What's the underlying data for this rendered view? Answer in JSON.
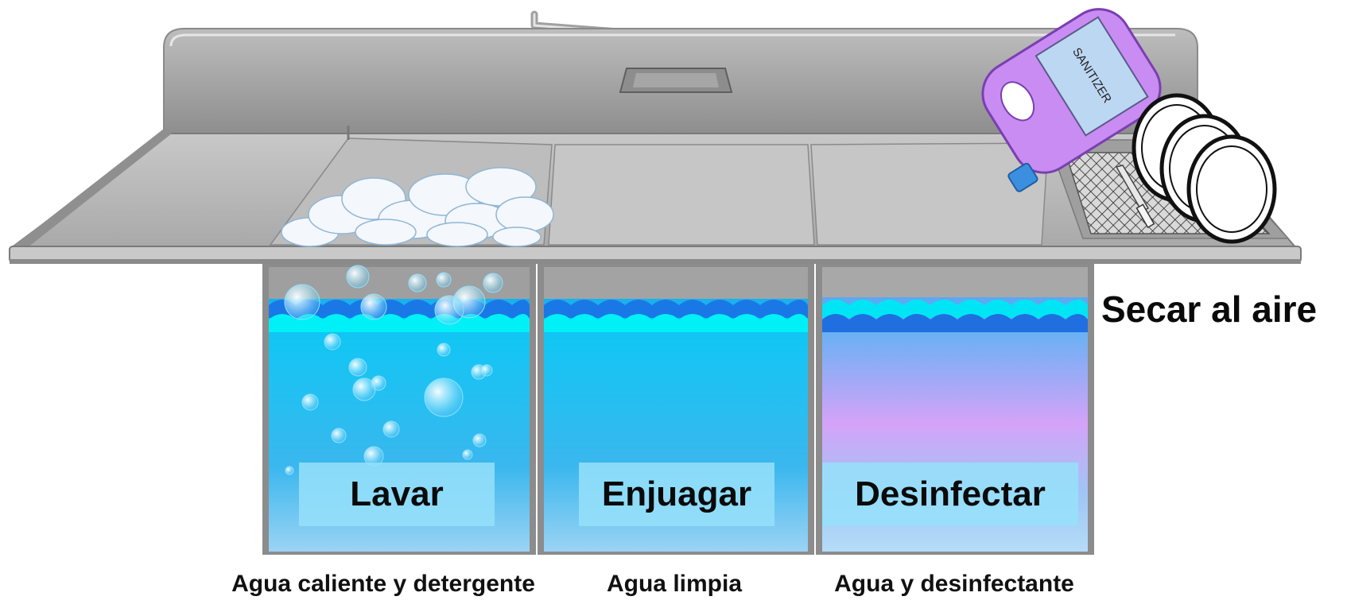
{
  "basins": [
    {
      "key": "wash",
      "title": "Lavar",
      "caption": "Agua caliente y detergente"
    },
    {
      "key": "rinse",
      "title": "Enjuagar",
      "caption": "Agua limpia"
    },
    {
      "key": "sanitize",
      "title": "Desinfectar",
      "caption": "Agua y desinfectante"
    }
  ],
  "drying": {
    "label": "Secar al aire"
  },
  "bottle": {
    "label": "SANITIZER"
  },
  "colors": {
    "steel": "#9a9a9a",
    "steel_dark": "#7d7d7d",
    "water_top": "#00c8f0",
    "water_deep": "#1f6fe0",
    "foam_line": "#00ffff",
    "sanitizer_tint": "#d9a8ff",
    "bottle": "#c98cf2"
  }
}
